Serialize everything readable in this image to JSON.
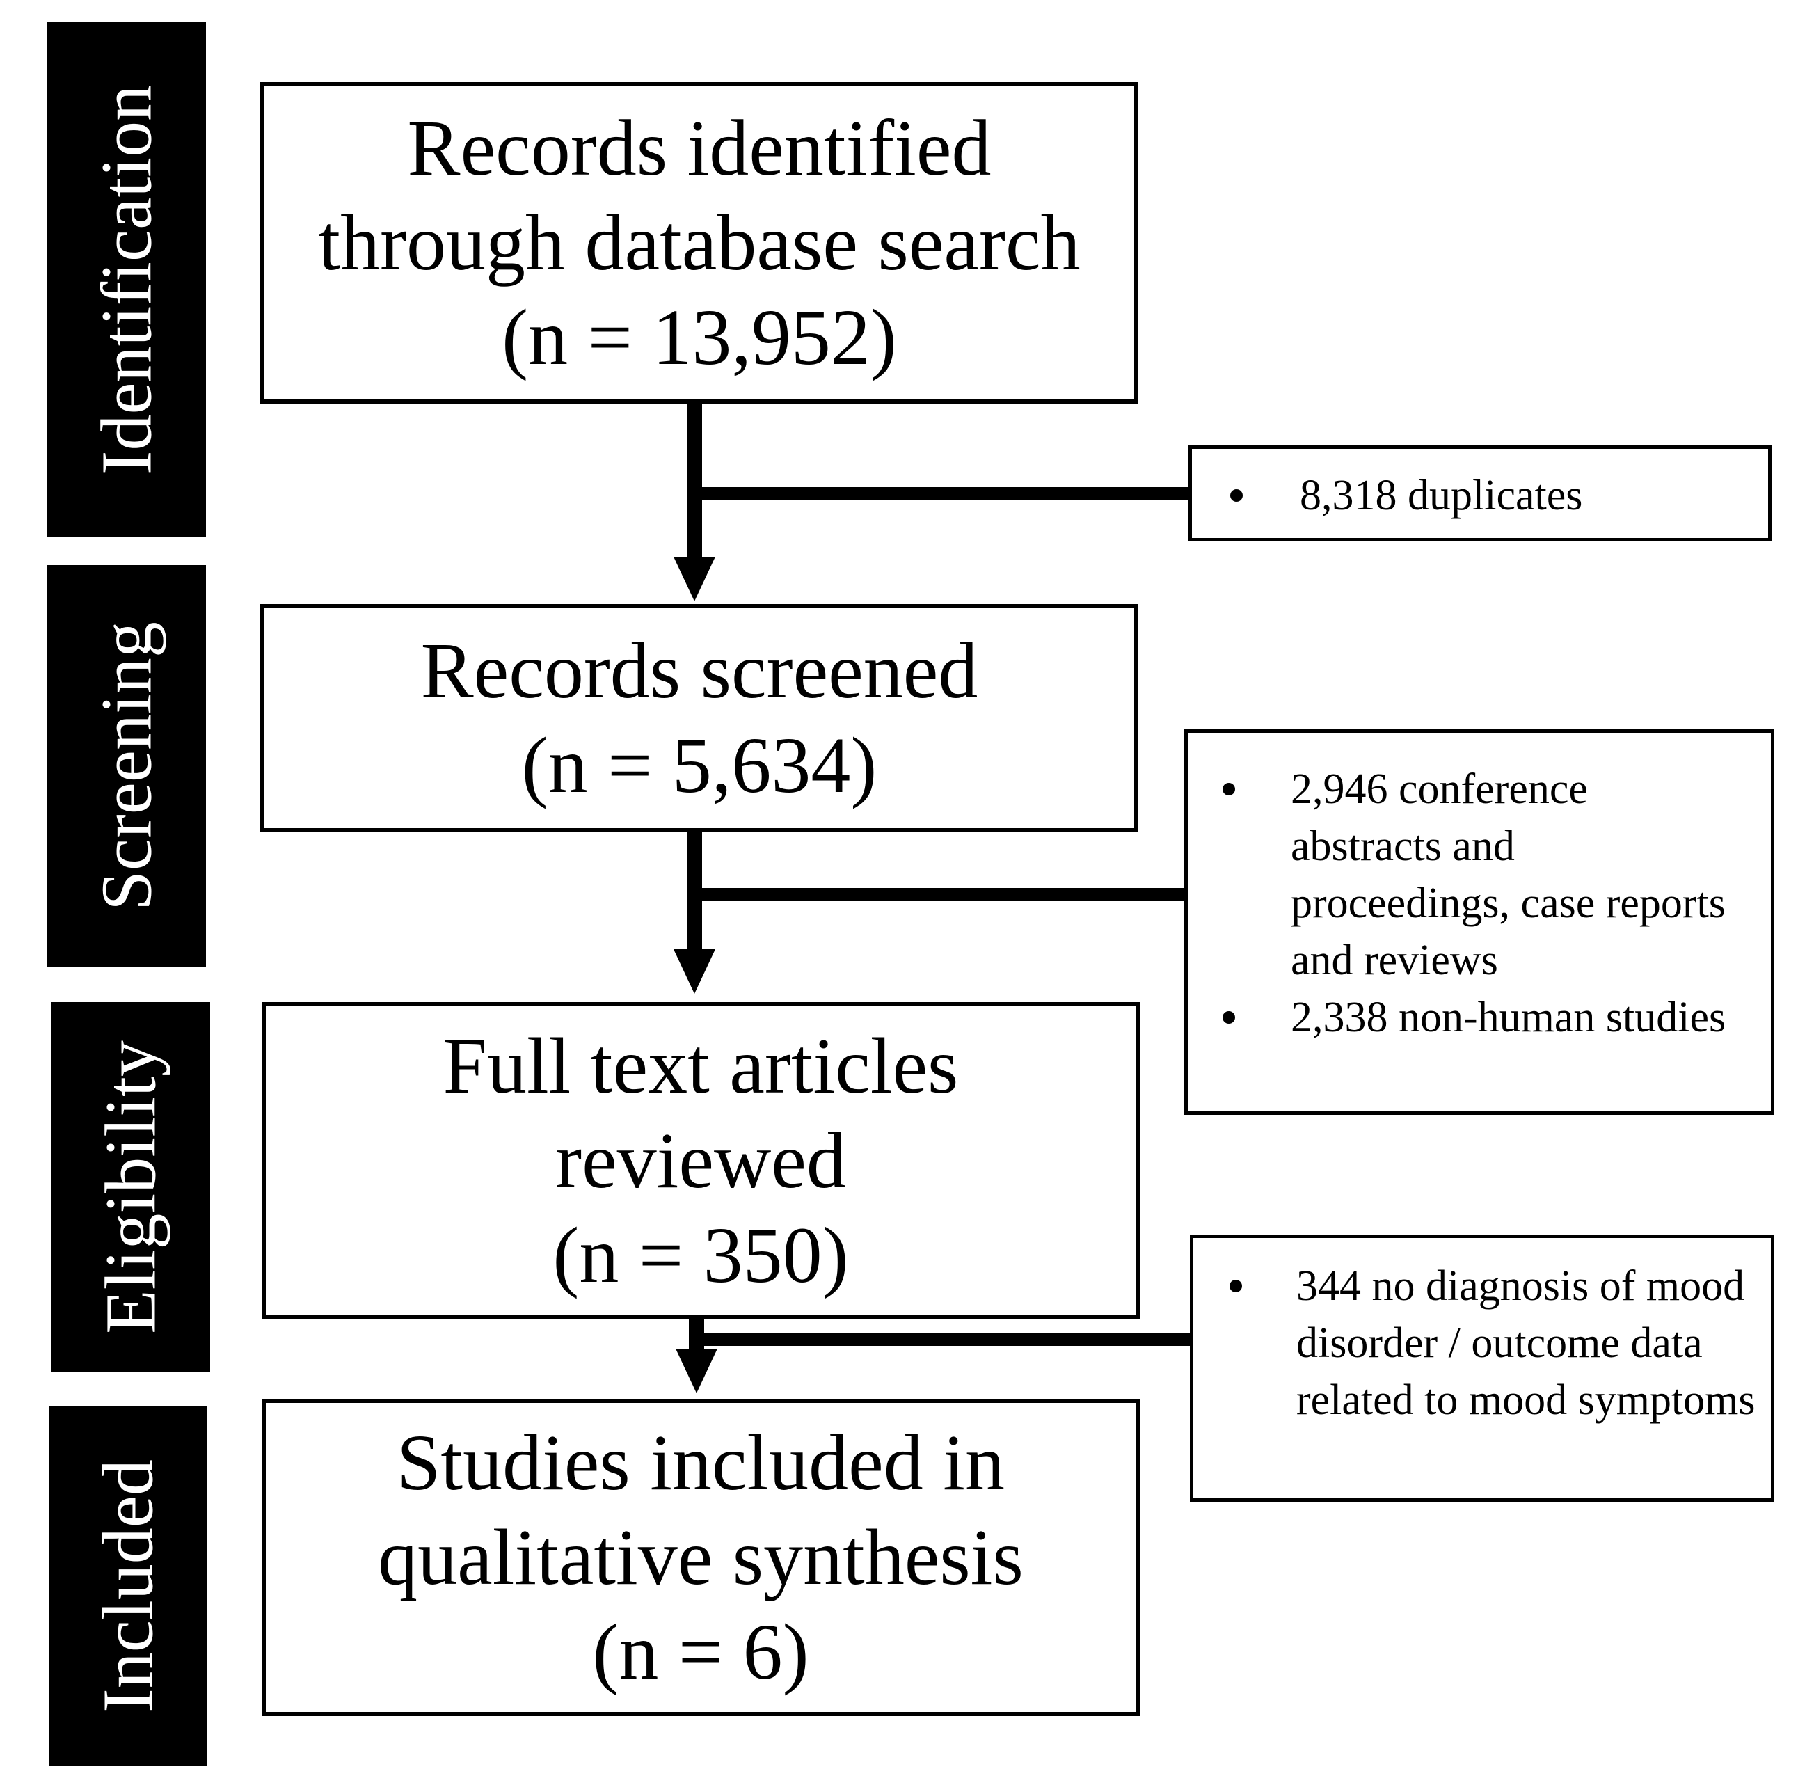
{
  "stages": {
    "identification": "Identification",
    "screening": "Screening",
    "eligibility": "Eligibility",
    "included": "Included"
  },
  "boxes": {
    "identified": {
      "lines": [
        "Records identified",
        "through database search",
        "(n = 13,952)"
      ]
    },
    "screened": {
      "lines": [
        "Records screened",
        "(n = 5,634)"
      ]
    },
    "fulltext": {
      "lines": [
        "Full text articles",
        "reviewed",
        "(n = 350)"
      ]
    },
    "included": {
      "lines": [
        "Studies included in",
        "qualitative synthesis",
        "(n = 6)"
      ]
    }
  },
  "exclusions": {
    "duplicates": {
      "items": [
        "8,318 duplicates"
      ]
    },
    "screening": {
      "items": [
        "2,946 conference abstracts and proceedings, case reports and reviews",
        "2,338 non-human studies"
      ]
    },
    "eligibility": {
      "items": [
        "344 no diagnosis of mood disorder / outcome data related to mood symptoms"
      ]
    }
  }
}
